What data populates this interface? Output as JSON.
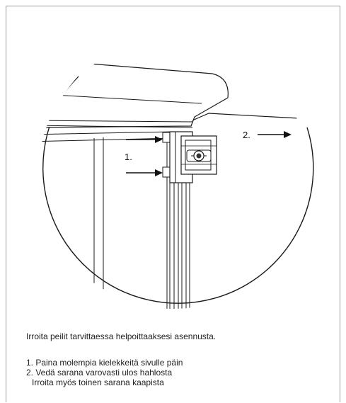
{
  "diagram": {
    "callouts": {
      "tabs": "1.",
      "pull": "2."
    }
  },
  "instructions": {
    "intro": "Irroita peilit tarvittaessa helpoittaaksesi asennusta.",
    "steps": [
      "1. Paina molempia kielekkeitä sivulle päin",
      "2. Vedä sarana varovasti ulos hahlosta",
      "Irroita myös toinen sarana kaapista"
    ]
  }
}
